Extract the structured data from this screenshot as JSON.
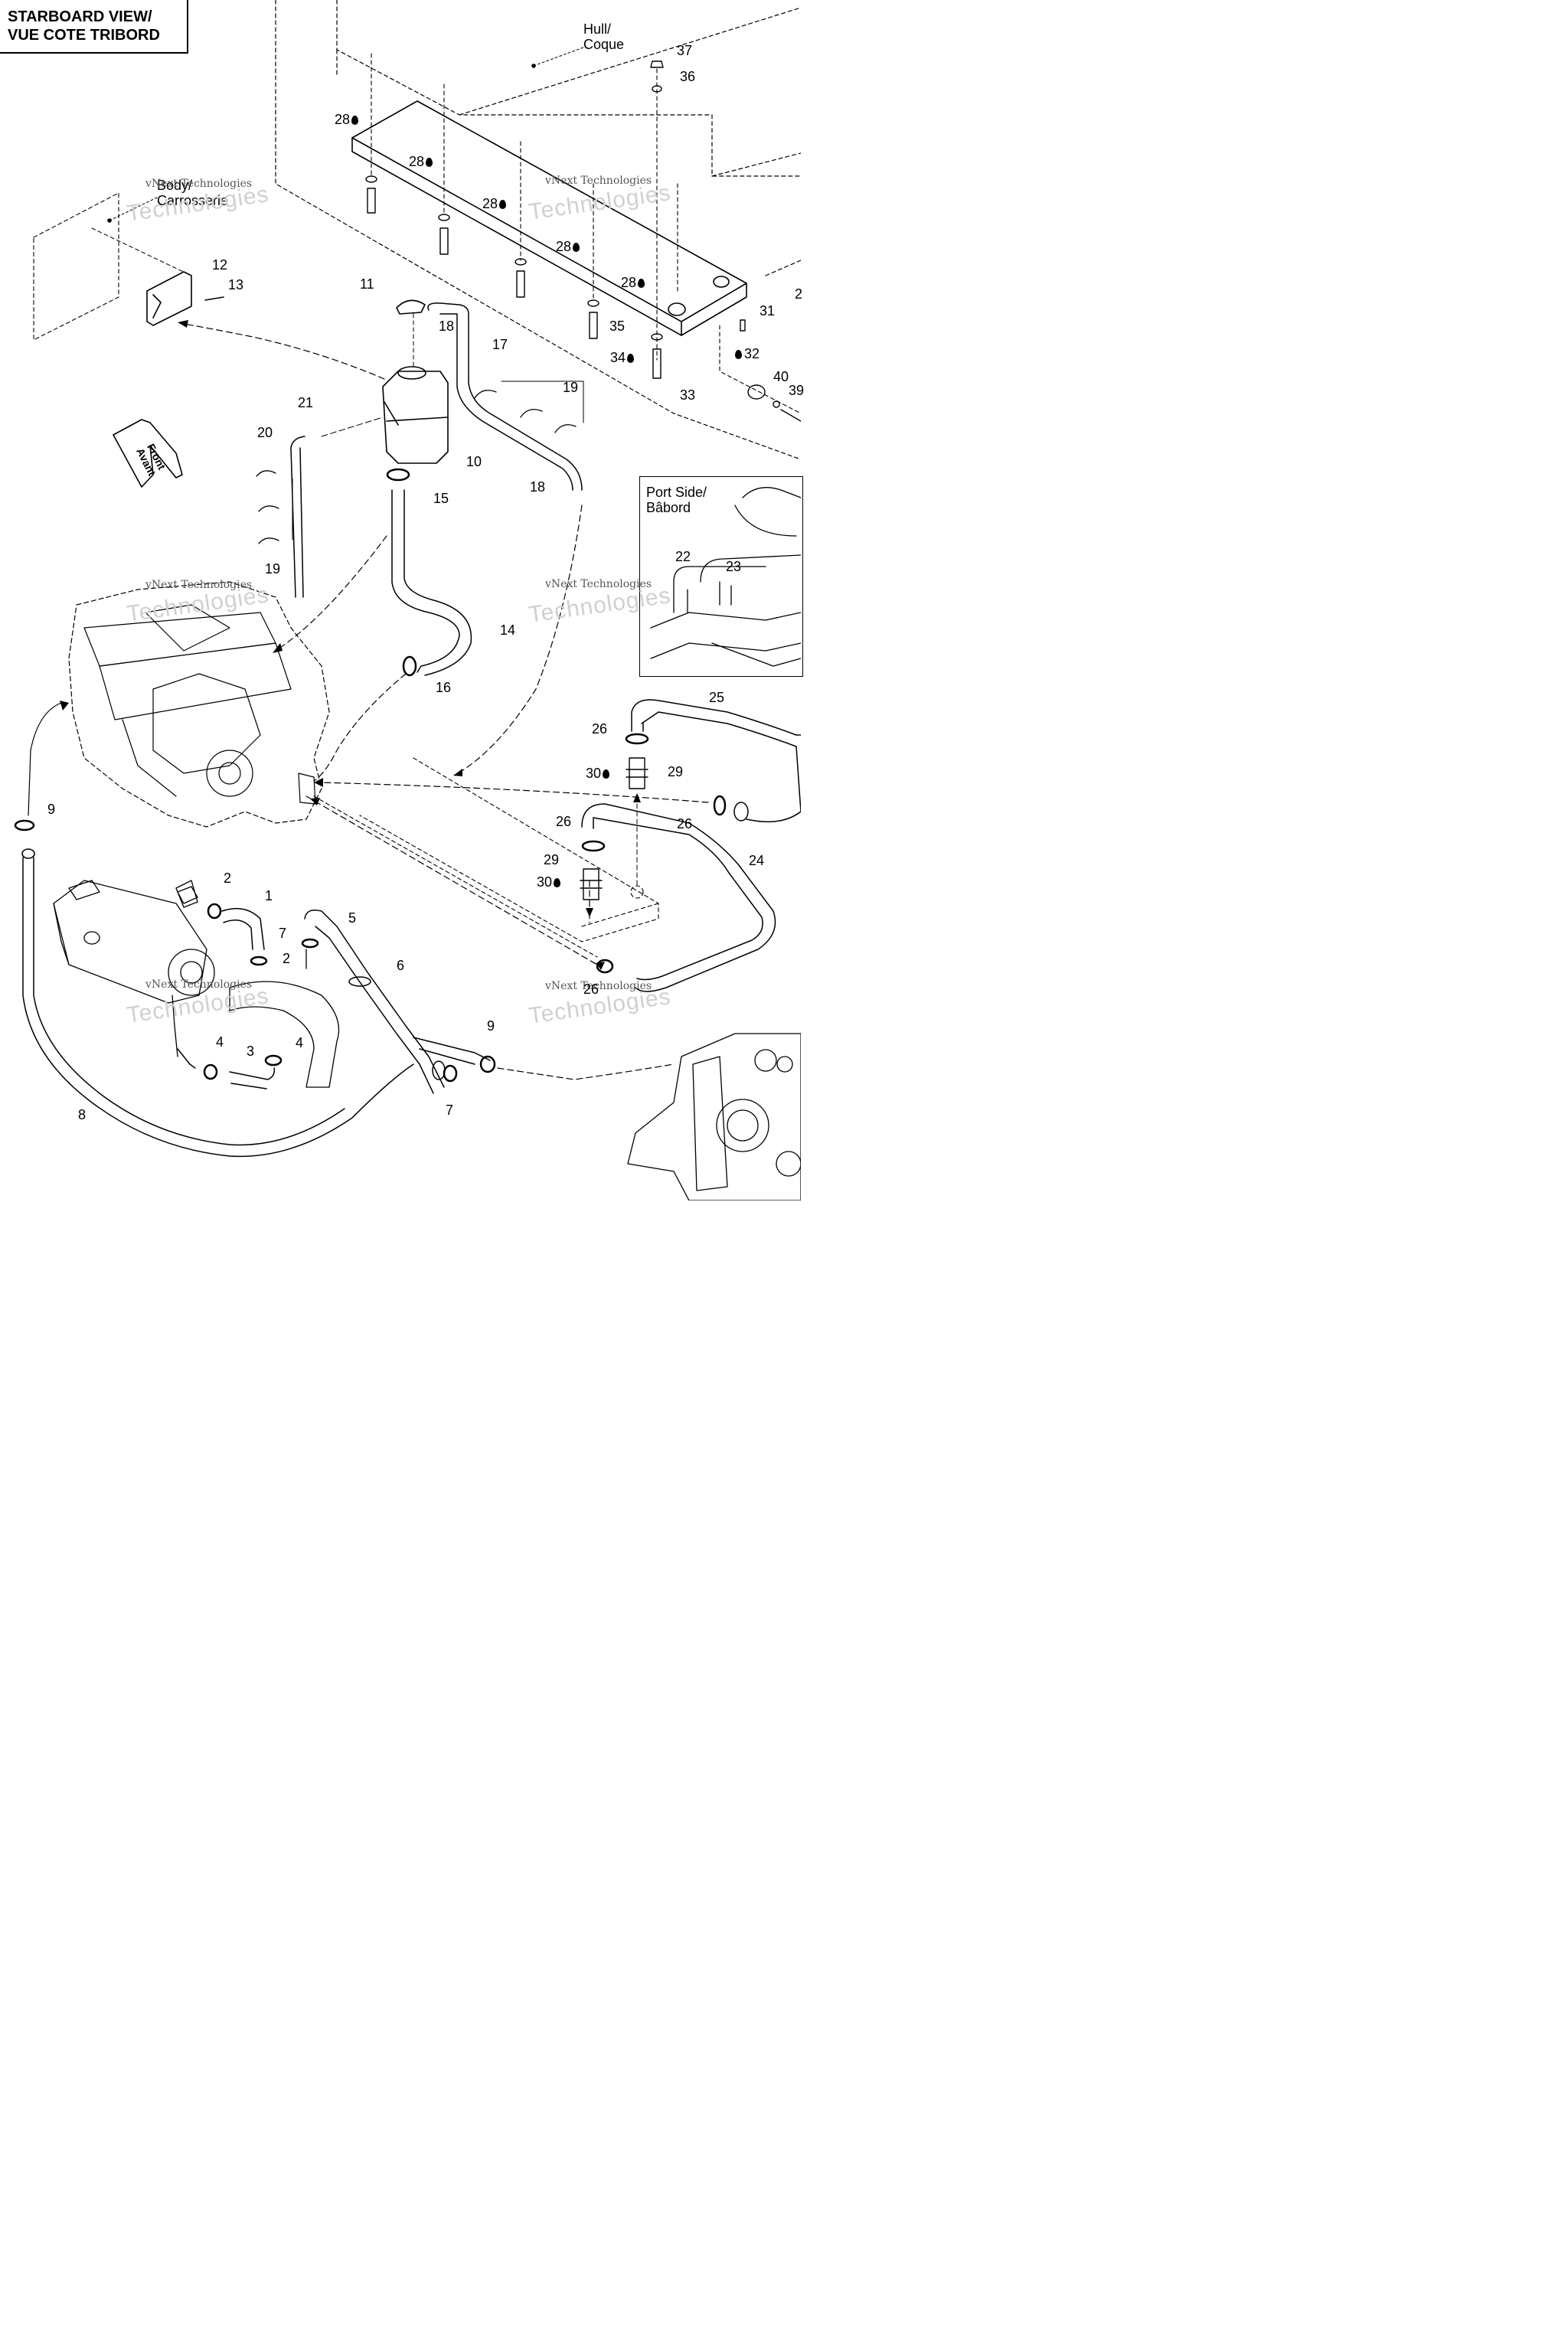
{
  "title": {
    "line1": "STARBOARD VIEW/",
    "line2": "VUE COTE TRIBORD"
  },
  "notes": {
    "hull_1": "Hull/",
    "hull_2": "Coque",
    "body_1": "Body/",
    "body_2": "Carrosserie",
    "port_1": "Port Side/",
    "port_2": "Bâbord",
    "front_1": "Front",
    "front_2": "Avant"
  },
  "watermark": {
    "small": "vNext Technologies",
    "large": "Technologies"
  },
  "callouts": [
    {
      "id": "c37",
      "text": "37"
    },
    {
      "id": "c36",
      "text": "36"
    },
    {
      "id": "c28a",
      "text": "28"
    },
    {
      "id": "c28b",
      "text": "28"
    },
    {
      "id": "c28c",
      "text": "28"
    },
    {
      "id": "c28d",
      "text": "28"
    },
    {
      "id": "c28e",
      "text": "28"
    },
    {
      "id": "c2top",
      "text": "2"
    },
    {
      "id": "c31",
      "text": "31"
    },
    {
      "id": "c32",
      "text": "32"
    },
    {
      "id": "c35",
      "text": "35"
    },
    {
      "id": "c34",
      "text": "34"
    },
    {
      "id": "c33",
      "text": "33"
    },
    {
      "id": "c40",
      "text": "40"
    },
    {
      "id": "c39",
      "text": "39"
    },
    {
      "id": "c12",
      "text": "12"
    },
    {
      "id": "c13",
      "text": "13"
    },
    {
      "id": "c11",
      "text": "11"
    },
    {
      "id": "c18a",
      "text": "18"
    },
    {
      "id": "c17",
      "text": "17"
    },
    {
      "id": "c19a",
      "text": "19"
    },
    {
      "id": "c21",
      "text": "21"
    },
    {
      "id": "c20",
      "text": "20"
    },
    {
      "id": "c10",
      "text": "10"
    },
    {
      "id": "c15",
      "text": "15"
    },
    {
      "id": "c18b",
      "text": "18"
    },
    {
      "id": "c19b",
      "text": "19"
    },
    {
      "id": "c22",
      "text": "22"
    },
    {
      "id": "c23",
      "text": "23"
    },
    {
      "id": "c14",
      "text": "14"
    },
    {
      "id": "c16",
      "text": "16"
    },
    {
      "id": "c25",
      "text": "25"
    },
    {
      "id": "c26a",
      "text": "26"
    },
    {
      "id": "c30a",
      "text": "30"
    },
    {
      "id": "c29a",
      "text": "29"
    },
    {
      "id": "c26b",
      "text": "26"
    },
    {
      "id": "c26c",
      "text": "26"
    },
    {
      "id": "c24",
      "text": "24"
    },
    {
      "id": "c29b",
      "text": "29"
    },
    {
      "id": "c30b",
      "text": "30"
    },
    {
      "id": "c9a",
      "text": "9"
    },
    {
      "id": "c2a",
      "text": "2"
    },
    {
      "id": "c1",
      "text": "1"
    },
    {
      "id": "c5",
      "text": "5"
    },
    {
      "id": "c7a",
      "text": "7"
    },
    {
      "id": "c2b",
      "text": "2"
    },
    {
      "id": "c6",
      "text": "6"
    },
    {
      "id": "c26d",
      "text": "26"
    },
    {
      "id": "c4a",
      "text": "4"
    },
    {
      "id": "c3",
      "text": "3"
    },
    {
      "id": "c4b",
      "text": "4"
    },
    {
      "id": "c9b",
      "text": "9"
    },
    {
      "id": "c8",
      "text": "8"
    },
    {
      "id": "c7b",
      "text": "7"
    }
  ]
}
